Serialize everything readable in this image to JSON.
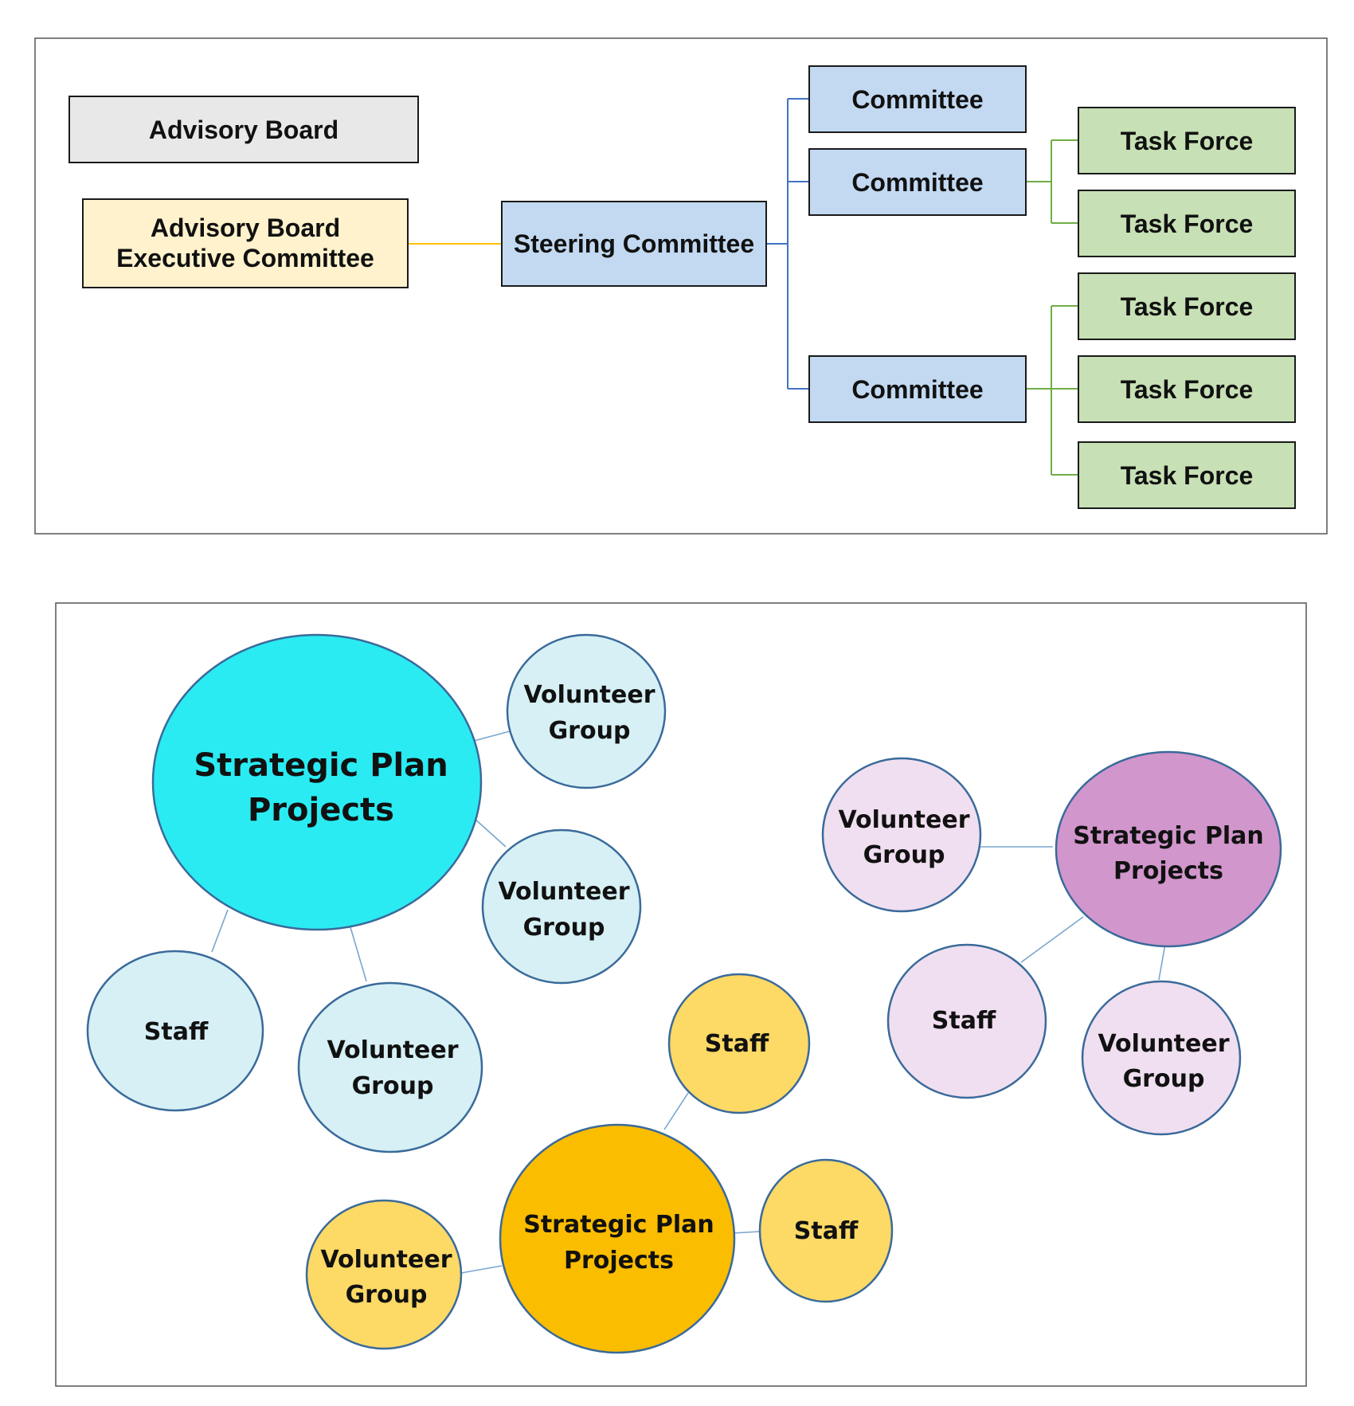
{
  "org_chart": {
    "advisory_board": "Advisory Board",
    "executive_committee": [
      "Advisory Board",
      "Executive Committee"
    ],
    "steering_committee": "Steering Committee",
    "committees": [
      "Committee",
      "Committee",
      "Committee"
    ],
    "task_forces": [
      "Task Force",
      "Task Force",
      "Task Force",
      "Task Force",
      "Task Force"
    ]
  },
  "bubble_diagram": {
    "cyan_cluster": {
      "center": [
        "Strategic Plan",
        "Projects"
      ],
      "volunteer_1": [
        "Volunteer",
        "Group"
      ],
      "volunteer_2": [
        "Volunteer",
        "Group"
      ],
      "volunteer_3": [
        "Volunteer",
        "Group"
      ],
      "staff": "Staff"
    },
    "purple_cluster": {
      "center": [
        "Strategic Plan",
        "Projects"
      ],
      "volunteer_1": [
        "Volunteer",
        "Group"
      ],
      "volunteer_2": [
        "Volunteer",
        "Group"
      ],
      "staff": "Staff"
    },
    "orange_cluster": {
      "center": [
        "Strategic Plan",
        "Projects"
      ],
      "volunteer_1": [
        "Volunteer",
        "Group"
      ],
      "staff_1": "Staff",
      "staff_2": "Staff"
    }
  },
  "colors": {
    "gray_box": "#e8e8e8",
    "yellow_box": "#fff2cc",
    "blue_box": "#c2d9f1",
    "green_box": "#c7e0b5",
    "cyan_center": "#2aebf2",
    "cyan_light": "#d6f0f5",
    "purple_center": "#d196cc",
    "purple_light": "#f0dff0",
    "orange_center": "#fbbd00",
    "orange_light": "#fdd966",
    "bubble_stroke": "#3a6a9a",
    "blue_line": "#4472c4",
    "green_line": "#70ad47",
    "yellow_line": "#ffc000"
  }
}
